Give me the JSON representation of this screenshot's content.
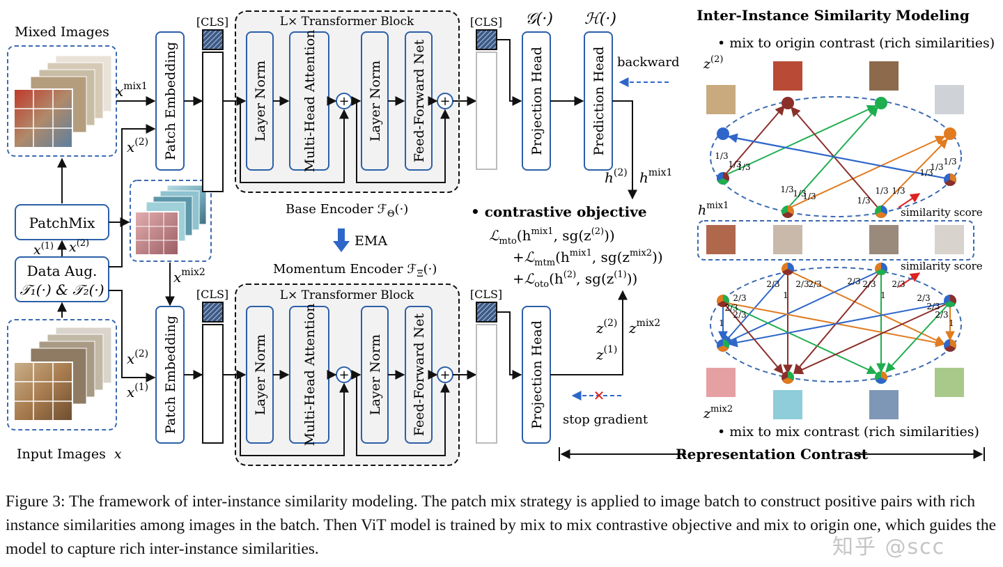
{
  "colors": {
    "blue": "#2b5fa8",
    "red": "#8b2f2a",
    "green": "#1fae4f",
    "orange": "#e07b1f",
    "lightblue": "#2e66c9",
    "dashedblue": "#3a6ab0",
    "gray": "#f2f2f2"
  },
  "left": {
    "mixed_images": "Mixed Images",
    "input_images": "Input Images",
    "input_var": "x",
    "patchmix": "PatchMix",
    "data_aug_line1": "Data Aug.",
    "data_aug_line2": "𝒯₁(·) & 𝒯₂(·)",
    "x1_label": "x",
    "x1_sup": "(1)",
    "x2_label": "x",
    "x2_sup": "(2)"
  },
  "encoder": {
    "patch_embedding": "Patch Embedding",
    "cls": "[CLS]",
    "transformer_block": "L× Transformer Block",
    "layer_norm": "Layer Norm",
    "mha": "Multi-Head Attention",
    "ffn": "Feed-Forward Net",
    "projection_head": "Projection Head",
    "prediction_head": "Prediction Head",
    "g_label": "𝒢(·)",
    "h_label": "ℋ(·)",
    "base_encoder": "Base Encoder ℱ",
    "base_sub": "Θ",
    "base_tail": "(·)",
    "ema": "EMA",
    "momentum_encoder": "Momentum Encoder ℱ",
    "momentum_sub": "Ξ",
    "momentum_tail": "(·)",
    "backward": "backward",
    "stop_gradient": "stop gradient",
    "xmix1_sup": "mix1",
    "xmix2_sup": "mix2"
  },
  "objective": {
    "title": "• contrastive objective",
    "line1": "ℒ",
    "line1_sub": "mto",
    "line1_rest": "(h",
    "line1_sup": "mix1",
    "line1_end": ", sg(z",
    "line1_sup2": "(2)",
    "line1_close": "))",
    "line2": "+ℒ",
    "line2_sub": "mtm",
    "line2_rest": "(h",
    "line2_sup": "mix1",
    "line2_end": ", sg(z",
    "line2_sup2": "mix2",
    "line2_close": "))",
    "line3": "+ℒ",
    "line3_sub": "oto",
    "line3_rest": "(h",
    "line3_sup": "(2)",
    "line3_end": ", sg(z",
    "line3_sup2": "(1)",
    "line3_close": "))"
  },
  "right": {
    "title": "Inter-Instance Similarity Modeling",
    "mto": "• mix to origin contrast (rich similarities)",
    "mtm": "• mix to mix contrast (rich similarities)",
    "similarity_score": "similarity score",
    "z2": "z",
    "z2_sup": "(2)",
    "hmix1": "h",
    "hmix1_sup": "mix1",
    "zmix2": "z",
    "zmix2_sup": "mix2",
    "h2": "h",
    "h2_sup": "(2)",
    "hmix1b_sup": "mix1",
    "zz2_sup": "(2)",
    "zz1_sup": "(1)",
    "zzmix2_sup": "mix2",
    "third": "1/3",
    "two_thirds": "2/3",
    "one": "1",
    "representation_contrast": "Representation Contrast"
  },
  "caption": "Figure 3: The framework of inter-instance similarity modeling. The patch mix strategy is applied to image batch to construct positive pairs with rich instance similarities among images in the batch. Then ViT model is trained by mix to mix contrastive objective and mix to origin one, which guides the model to capture rich inter-instance similarities.",
  "watermark": "知乎 @scc"
}
